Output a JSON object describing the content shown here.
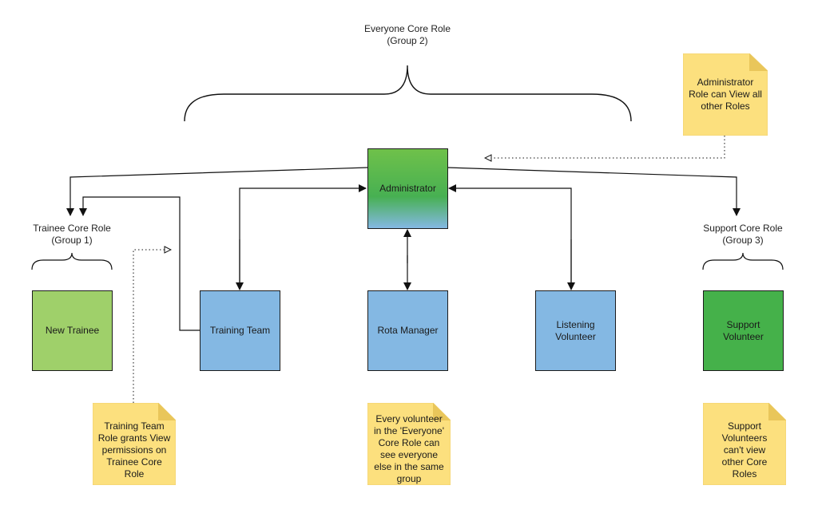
{
  "groups": {
    "everyone": {
      "title": "Everyone Core Role",
      "subtitle": "(Group 2)"
    },
    "trainee": {
      "title": "Trainee Core Role",
      "subtitle": "(Group 1)"
    },
    "support": {
      "title": "Support Core Role",
      "subtitle": "(Group 3)"
    }
  },
  "roles": {
    "administrator": "Administrator",
    "new_trainee": "New Trainee",
    "training_team": "Training Team",
    "rota_manager": "Rota Manager",
    "listening_volunteer": "Listening Volunteer",
    "support_volunteer": "Support Volunteer"
  },
  "notes": {
    "administrator": "Administrator Role can View all other Roles",
    "training_team": "Training Team Role grants View permissions on Trainee Core Role",
    "everyone": "Every volunteer in the 'Everyone' Core Role can see everyone else in the same group",
    "support": "Support Volunteers can't view other Core Roles"
  },
  "colors": {
    "blue_box": "#84b8e3",
    "light_green_box": "#9fd06a",
    "dark_green_box": "#45b14a",
    "admin_gradient_top": "#6fc14a",
    "admin_gradient_mid": "#47b052",
    "admin_gradient_bottom": "#84b8e3",
    "note": "#fce07e",
    "note_fold": "#e9c65a",
    "line": "#111111"
  }
}
